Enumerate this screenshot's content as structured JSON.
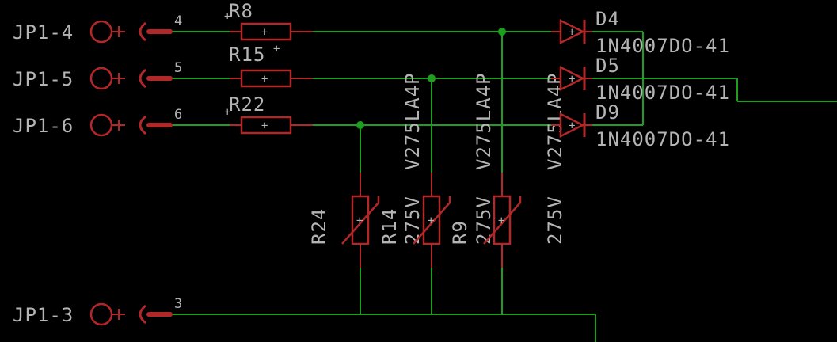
{
  "colors": {
    "background": "#000000",
    "wire": "#1e9e1e",
    "part": "#b22828",
    "text": "#b4b4b4"
  },
  "connectors": [
    {
      "name": "JP1-4",
      "pin": "4"
    },
    {
      "name": "JP1-5",
      "pin": "5"
    },
    {
      "name": "JP1-6",
      "pin": "6"
    },
    {
      "name": "JP1-3",
      "pin": "3"
    }
  ],
  "resistors": [
    {
      "name": "R8"
    },
    {
      "name": "R15"
    },
    {
      "name": "R22"
    }
  ],
  "varistors": [
    {
      "name": "R24",
      "value": "V275LA4P",
      "voltage": "275V"
    },
    {
      "name": "R14",
      "value": "V275LA4P",
      "voltage": "275V"
    },
    {
      "name": "R9",
      "value": "V275LA4P",
      "voltage": "275V"
    }
  ],
  "diodes": [
    {
      "name": "D4",
      "value": "1N4007DO-41"
    },
    {
      "name": "D5",
      "value": "1N4007DO-41"
    },
    {
      "name": "D9",
      "value": "1N4007DO-41"
    }
  ]
}
